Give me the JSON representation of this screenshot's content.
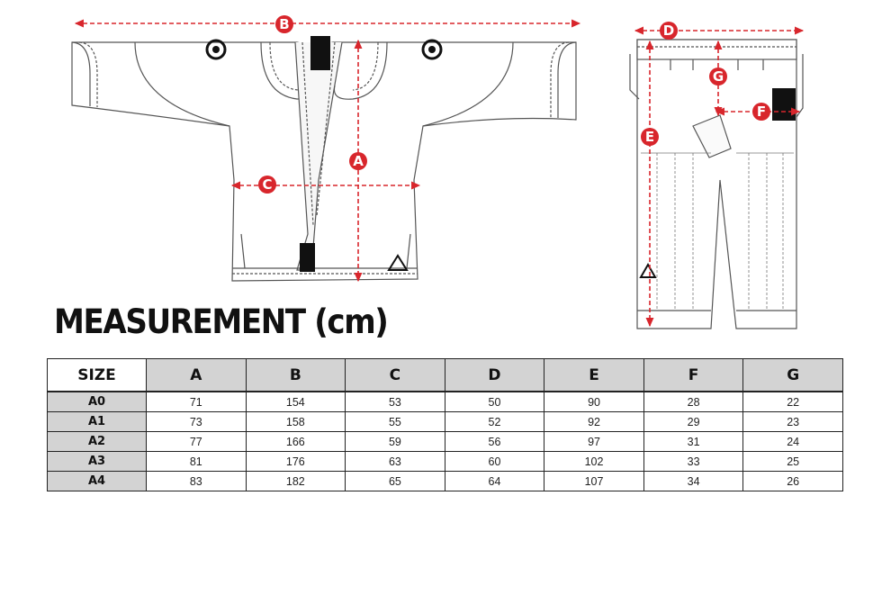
{
  "title": "MEASUREMENT (cm)",
  "markers": {
    "a": "A",
    "b": "B",
    "c": "C",
    "d": "D",
    "e": "E",
    "f": "F",
    "g": "G"
  },
  "colors": {
    "accent": "#d8262c",
    "header_fill": "#d3d3d3",
    "outline": "#555555"
  },
  "table": {
    "header": [
      "SIZE",
      "A",
      "B",
      "C",
      "D",
      "E",
      "F",
      "G"
    ],
    "rows": [
      [
        "A0",
        "71",
        "154",
        "53",
        "50",
        "90",
        "28",
        "22"
      ],
      [
        "A1",
        "73",
        "158",
        "55",
        "52",
        "92",
        "29",
        "23"
      ],
      [
        "A2",
        "77",
        "166",
        "59",
        "56",
        "97",
        "31",
        "24"
      ],
      [
        "A3",
        "81",
        "176",
        "63",
        "60",
        "102",
        "33",
        "25"
      ],
      [
        "A4",
        "83",
        "182",
        "65",
        "64",
        "107",
        "34",
        "26"
      ]
    ]
  }
}
